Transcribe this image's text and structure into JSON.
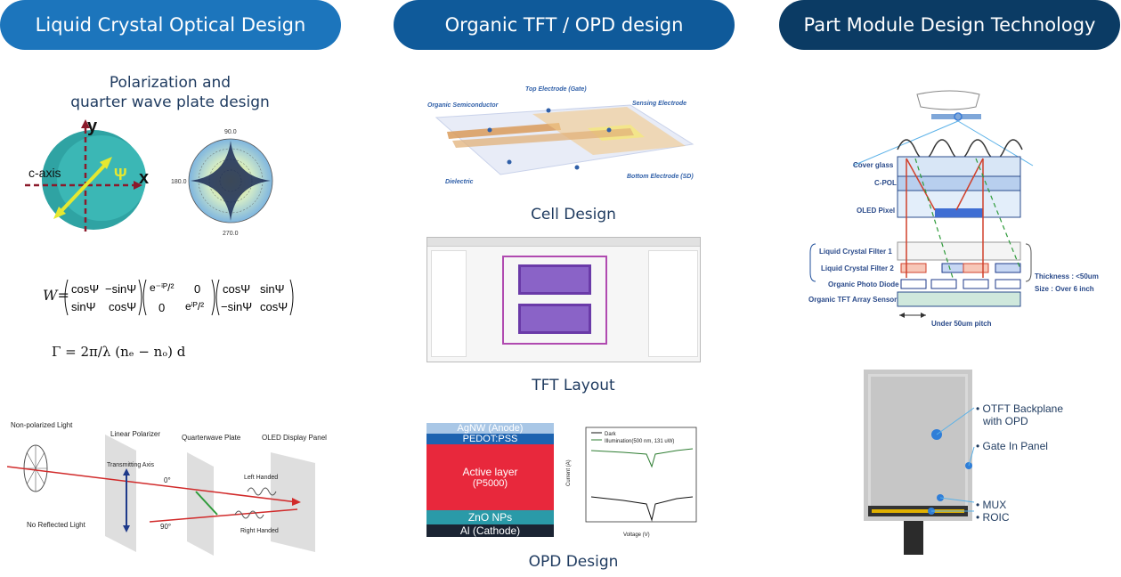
{
  "headers": {
    "liquid_crystal": "Liquid Crystal Optical Design",
    "organic_tft": "Organic TFT / OPD design",
    "part_module": "Part Module Design Technology"
  },
  "lc": {
    "polarization_title_line1": "Polarization and",
    "polarization_title_line2": "quarter wave plate design",
    "axis_y": "y",
    "axis_x": "x",
    "c_axis": "c-axis",
    "psi": "Ψ",
    "polar_90": "90.0",
    "polar_180": "180.0",
    "polar_270": "270.0",
    "formula_w": "W=",
    "matrix1": [
      "cosΨ",
      "−sinΨ",
      "sinΨ",
      "cosΨ"
    ],
    "matrix2": [
      "e⁻ⁱᴾ/²",
      "0",
      "0",
      "eⁱᴾ/²"
    ],
    "matrix3": [
      "cosΨ",
      "sinΨ",
      "−sinΨ",
      "cosΨ"
    ],
    "formula_gamma": "Γ = 2π/λ (nₑ − nₒ) d",
    "optics": {
      "non_polarized": "Non-polarized Light",
      "linear_polarizer": "Linear Polarizer",
      "transmitting_axis": "Transmitting Axis",
      "quarterwave": "Quarterwave Plate",
      "oled_panel": "OLED Display Panel",
      "zero_deg": "0°",
      "ninety_deg": "90°",
      "left_handed": "Left Handed",
      "right_handed": "Right Handed",
      "no_reflected": "No Reflected Light"
    }
  },
  "tft": {
    "cell": {
      "top_electrode": "Top Electrode (Gate)",
      "organic_semi": "Organic Semiconductor",
      "sensing_electrode": "Sensing Electrode",
      "dielectric": "Dielectric",
      "bottom_electrode": "Bottom Electrode (SD)",
      "caption": "Cell Design"
    },
    "layout_caption": "TFT Layout",
    "opd": {
      "layers": [
        "AgNW (Anode)",
        "PEDOT:PSS",
        "Active layer",
        "(P5000)",
        "ZnO NPs",
        "Al (Cathode)"
      ],
      "caption": "OPD Design",
      "legend_dark": "Dark",
      "legend_illum": "Illumination(500 nm, 131 uW)",
      "xlabel": "Voltage (V)",
      "ylabel": "Current (A)"
    }
  },
  "module": {
    "cover_glass": "Cover glass",
    "c_pol": "C-POL",
    "oled_pixel": "OLED Pixel",
    "lc_filter1": "Liquid Crystal Filter 1",
    "lc_filter2": "Liquid Crystal Filter 2",
    "organic_pd": "Organic Photo Diode",
    "organic_tft_sensor": "Organic TFT Array Sensor",
    "thickness": "Thickness : <50um",
    "size": "Size : Over 6 inch",
    "pitch": "Under 50um pitch",
    "panel_labels": {
      "otft_line1": "• OTFT Backplane",
      "otft_line2": "with OPD",
      "gate": "• Gate In Panel",
      "mux": "• MUX",
      "roic": "• ROIC"
    }
  },
  "colors": {
    "header1": "#1c75bc",
    "header2": "#0f5a9a",
    "header3": "#0b3b64",
    "active_layer": "#e8283c",
    "znO": "#2a9aa8",
    "pedot": "#1d63b0",
    "agnw": "#a9c7e6",
    "cathode": "#1b2433"
  }
}
